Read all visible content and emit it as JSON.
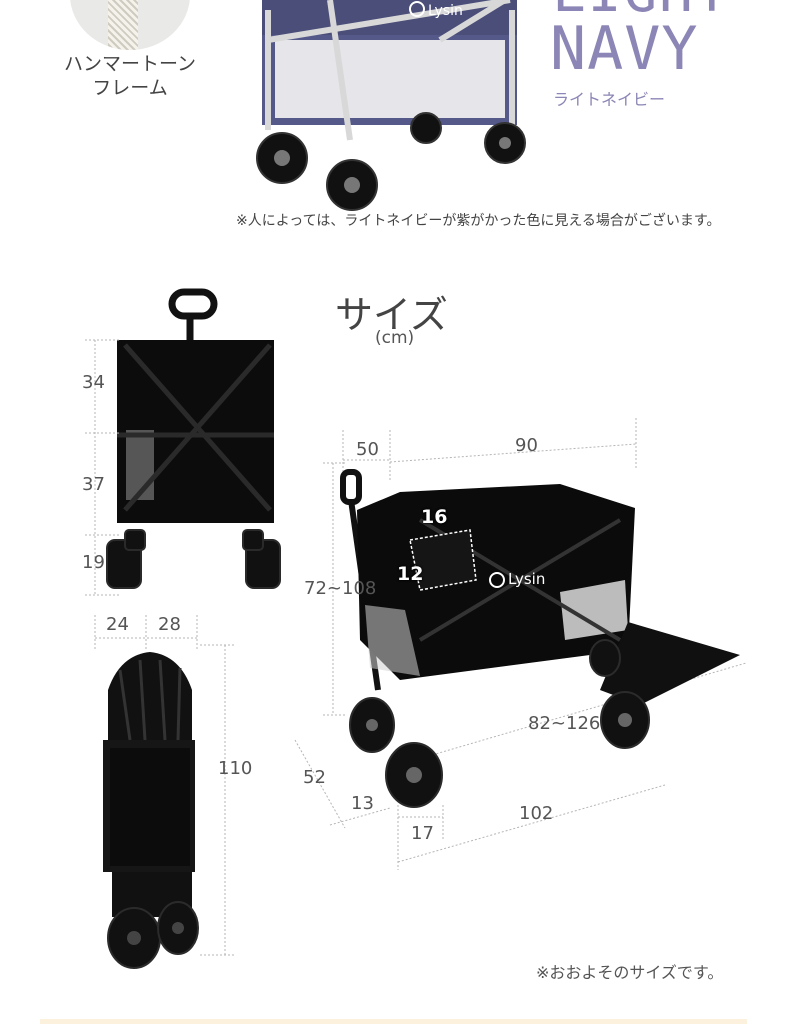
{
  "frame_label": "ハンマートーン\nフレーム",
  "color": {
    "name_top": "LIGHT",
    "name_main": "NAVY",
    "name_kana": "ライトネイビー",
    "accent": "#8b86b5"
  },
  "color_note": "※人によっては、ライトネイビーが紫がかった色に見える場合がございます。",
  "size": {
    "title": "サイズ",
    "unit": "(cm)"
  },
  "dimensions": {
    "front_h1": "34",
    "front_h2": "37",
    "front_h3": "19",
    "folded_w1": "24",
    "folded_w2": "28",
    "folded_h": "110",
    "side_w1": "50",
    "side_w2": "90",
    "side_h": "72~108",
    "pocket_w": "16",
    "pocket_h": "12",
    "extension": "82~126",
    "depth": "52",
    "wheel_w": "13",
    "wheel_gap": "17",
    "length": "102"
  },
  "brand_logo_text": "Lysin",
  "approx_note": "※おおよそのサイズです。"
}
